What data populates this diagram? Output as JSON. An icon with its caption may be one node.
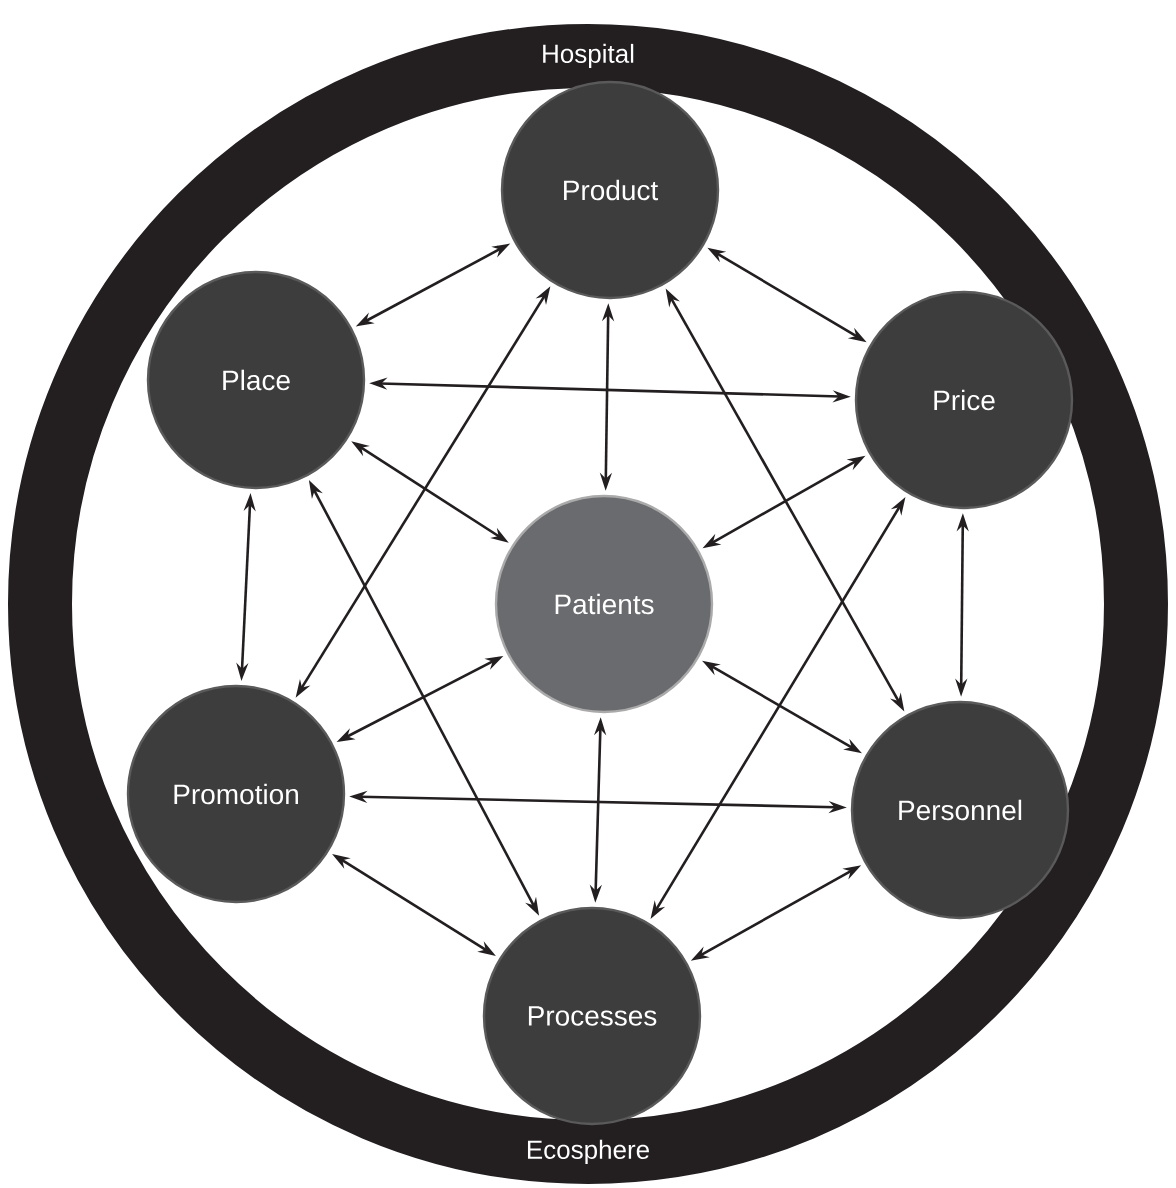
{
  "diagram": {
    "nodes": [
      {
        "text": [
          "Hospital",
          "Ecosphere"
        ]
      },
      {
        "text": [
          "Product"
        ],
        "in": 0
      },
      {
        "text": [
          "Place"
        ],
        "in": 0
      },
      {
        "text": [
          "Price"
        ],
        "in": 0
      },
      {
        "text": [
          "Patients"
        ],
        "in": 0
      },
      {
        "text": [
          "Promotion"
        ],
        "in": 0
      },
      {
        "text": [
          "Personnel"
        ],
        "in": 0
      },
      {
        "text": [
          "Processes"
        ],
        "in": 0
      }
    ],
    "edges": [
      {
        "from": 2,
        "to": 1,
        "arrow": "both"
      },
      {
        "from": 1,
        "to": 3,
        "arrow": "both"
      },
      {
        "from": 2,
        "to": 3,
        "arrow": "both"
      },
      {
        "from": 1,
        "to": 4,
        "arrow": "both"
      },
      {
        "from": 2,
        "to": 4,
        "arrow": "both"
      },
      {
        "from": 3,
        "to": 4,
        "arrow": "both"
      },
      {
        "from": 2,
        "to": 5,
        "arrow": "both"
      },
      {
        "from": 5,
        "to": 1,
        "arrow": "both"
      },
      {
        "from": 1,
        "to": 6,
        "arrow": "both"
      },
      {
        "from": 3,
        "to": 6,
        "arrow": "both"
      },
      {
        "from": 2,
        "to": 7,
        "arrow": "both"
      },
      {
        "from": 3,
        "to": 7,
        "arrow": "both"
      },
      {
        "from": 5,
        "to": 4,
        "arrow": "both"
      },
      {
        "from": 6,
        "to": 4,
        "arrow": "both"
      },
      {
        "from": 5,
        "to": 6,
        "arrow": "both"
      },
      {
        "from": 4,
        "to": 7,
        "arrow": "both"
      },
      {
        "from": 5,
        "to": 7,
        "arrow": "both"
      },
      {
        "from": 7,
        "to": 6,
        "arrow": "both"
      }
    ]
  }
}
